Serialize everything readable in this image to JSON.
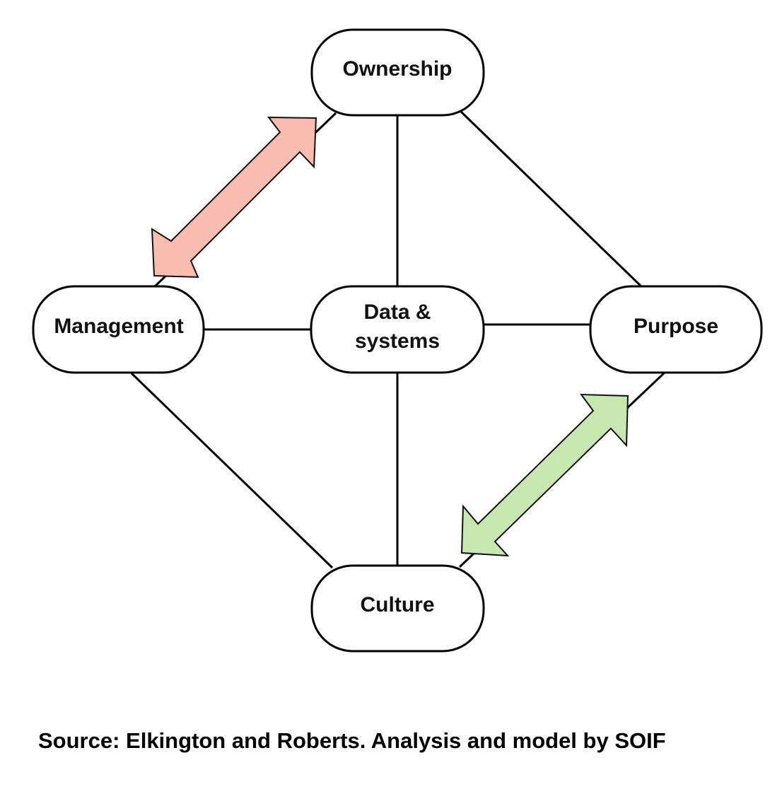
{
  "nodes": {
    "ownership": {
      "label": "Ownership"
    },
    "management": {
      "label": "Management"
    },
    "data_systems": {
      "line1": "Data &",
      "line2": "systems"
    },
    "purpose": {
      "label": "Purpose"
    },
    "culture": {
      "label": "Culture"
    }
  },
  "arrows": {
    "management_ownership": {
      "color": "#f8bcb0"
    },
    "culture_purpose": {
      "color": "#c6e8b0"
    }
  },
  "caption": "Source: Elkington and Roberts. Analysis and model by SOIF"
}
